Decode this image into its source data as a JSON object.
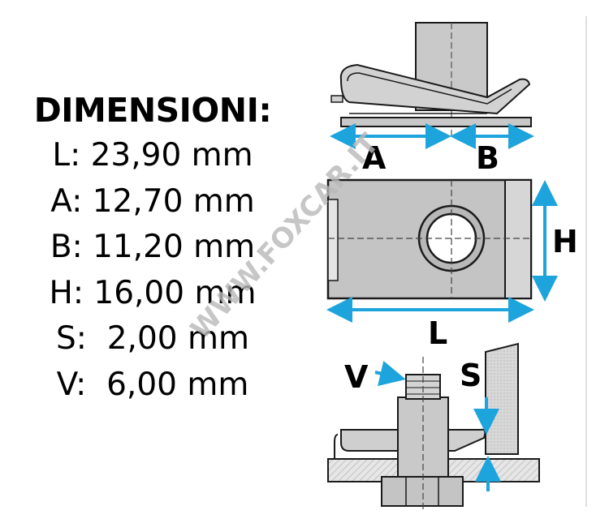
{
  "title": "DIMENSIONI:",
  "dimensions": [
    {
      "text": "L: 23,90 mm"
    },
    {
      "text": "A: 12,70 mm"
    },
    {
      "text": "B: 11,20 mm"
    },
    {
      "text": "H: 16,00 mm"
    },
    {
      "text": "S:  2,00 mm"
    },
    {
      "text": "V:  6,00 mm"
    }
  ],
  "labels": {
    "a": "A",
    "b": "B",
    "h": "H",
    "l": "L",
    "v": "V",
    "s": "S"
  },
  "watermark": "WWW.FOXCAR.IT",
  "colors": {
    "arrow": "#1ea4dc",
    "metal": "#c8c8c8",
    "hatch": "#dcdcdc",
    "outline": "#1a1a1a"
  }
}
